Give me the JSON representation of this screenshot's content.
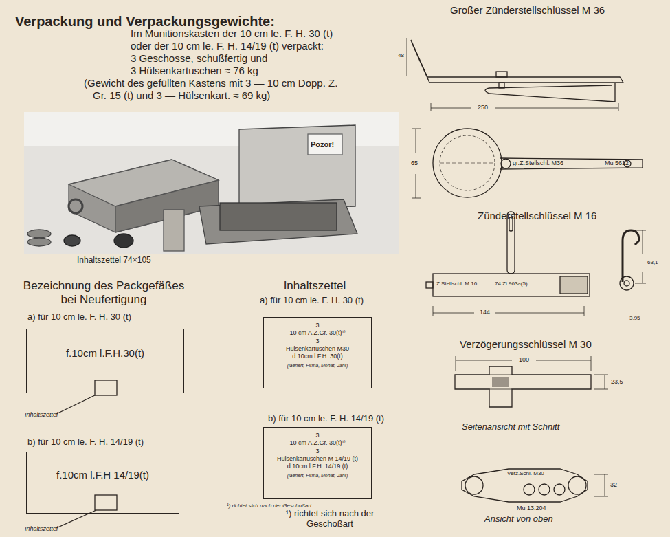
{
  "diagram": {
    "title": "Verpackung und Verpackungsgewichte:",
    "nodes": [
      {
        "text": [
          "f.10cm l.F.H.30(t)"
        ]
      },
      {
        "text": [
          "f.10cm l.F.H 14/19(t)"
        ]
      },
      {
        "text": [
          "3",
          "10 cm A.Z.Gr. 30(t)¹⁾",
          "3",
          "Hülsenkartuschen M30",
          "d.10cm l.F.H. 30(t)",
          "(laenert, Firma, Monat, Jahr)"
        ]
      },
      {
        "text": [
          "3",
          "10 cm A.Z.Gr. 30(t)¹⁾",
          "3",
          "Hülsenkartuschen M 14/19 (t)",
          "d.10cm l.F.H. 14/19 (t)",
          "(laenert, Firma, Monat, Jahr)"
        ]
      }
    ],
    "labels": [
      "Im Munitionskasten der 10 cm le. F. H. 30 (t)",
      "oder der 10 cm le. F. H. 14/19 (t) verpackt:",
      "3 Geschosse, schußfertig und",
      "3 Hülsenkartuschen ≈ 76 kg",
      "(Gewicht des gefüllten Kastens mit 3 — 10 cm Dopp. Z.",
      "Gr. 15 (t) und 3 — Hülsenkart. ≈ 69 kg)",
      "Pozor!",
      "Inhaltszettel 74×105",
      "Bezeichnung des Packgefäßes bei Neufertigung",
      "a) für 10 cm le. F. H. 30 (t)",
      "Inhaltszettel",
      "b) für 10 cm le. F. H. 14/19 (t)",
      "Inhaltszettel",
      "Inhaltszettel",
      "a) für 10 cm le. F. H. 30 (t)",
      "b) für 10 cm le. F. H. 14/19 (t)",
      "¹) richtet sich nach der Geschoßart",
      "¹) richtet sich nach der Geschoßart",
      "Großer Zünderstellschlüssel M 36",
      "48",
      "250",
      "65",
      "gr.Z.Stellschl. M36",
      "Mu 5612",
      "Zünderstellschlüssel M 16",
      "Z.Stellschl. M 16",
      "74 Zi 963a(5)",
      "144",
      "63,1",
      "3,95",
      "Verzögerungsschlüssel M 30",
      "100",
      "23,5",
      "Seitenansicht mit Schnitt",
      "Verz.Schl. M30",
      "Mu 13.204",
      "32",
      "Ansicht von oben"
    ]
  }
}
